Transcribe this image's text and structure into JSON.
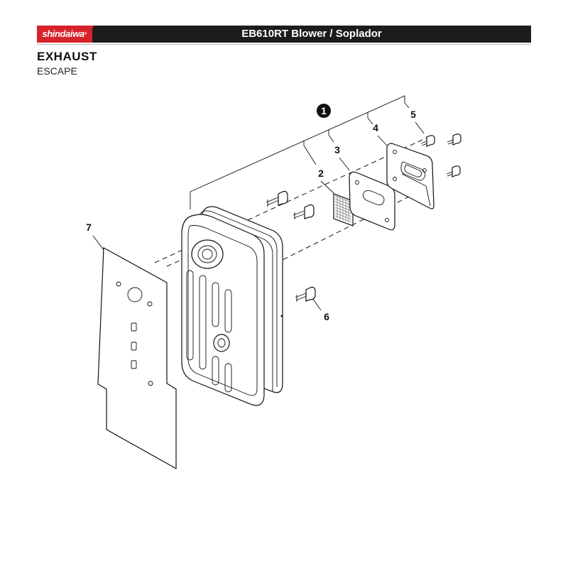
{
  "header": {
    "brand": "shindaiwa",
    "brand_mark": "®",
    "title": "EB610RT Blower / Soplador"
  },
  "section": {
    "title": "EXHAUST",
    "subtitle": "ESCAPE"
  },
  "callouts": {
    "assembly": "1",
    "screen": "2",
    "gasket": "3",
    "plate": "4",
    "bolt_small": "5",
    "bolt_large": "6",
    "insulator": "7"
  },
  "colors": {
    "brand_red": "#d8222a",
    "header_black": "#1c1c1c"
  }
}
